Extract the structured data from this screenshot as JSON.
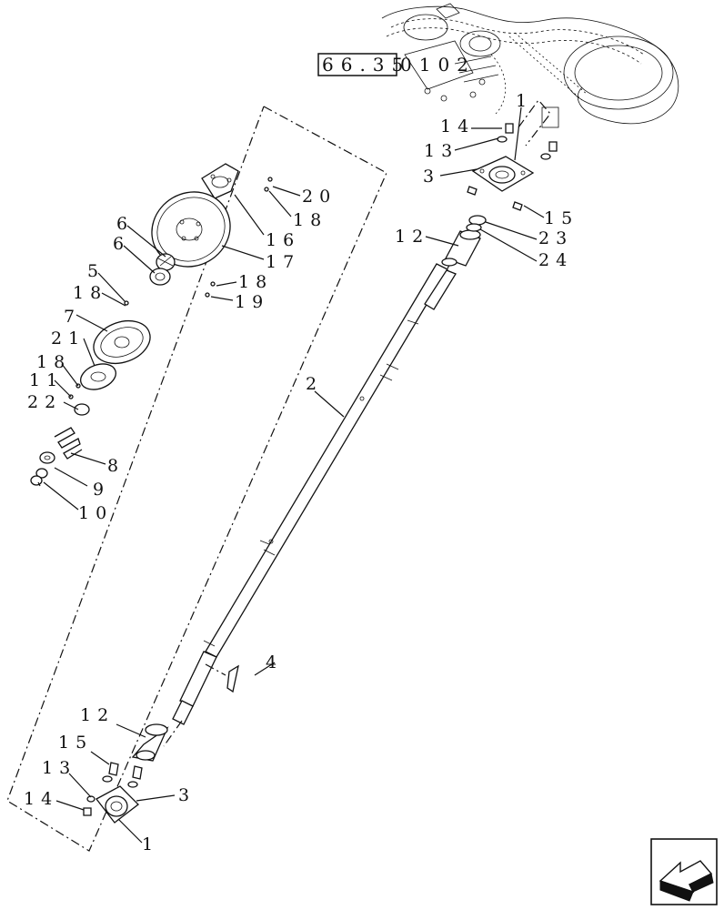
{
  "ref_box": {
    "boxed": "66.35",
    "suffix": "0102"
  },
  "labels": {
    "l1_top": "1",
    "l1_bottom": "1",
    "l2": "2",
    "l3_top": "3",
    "l3_bottom": "3",
    "l4": "4",
    "l5": "5",
    "l6a": "6",
    "l6b": "6",
    "l7": "7",
    "l8": "8",
    "l9": "9",
    "l10": "10",
    "l11": "11",
    "l12_top": "12",
    "l12_bottom": "12",
    "l13_top": "13",
    "l13_bottom": "13",
    "l14_top": "14",
    "l14_bottom": "14",
    "l15_top": "15",
    "l15_bottom": "15",
    "l16": "16",
    "l17": "17",
    "l18a": "18",
    "l18b": "18",
    "l18c": "18",
    "l18d": "18",
    "l19": "19",
    "l20": "20",
    "l21": "21",
    "l22": "22",
    "l23": "23",
    "l24": "24"
  },
  "nav_icon": "previous-page-arrow-icon"
}
